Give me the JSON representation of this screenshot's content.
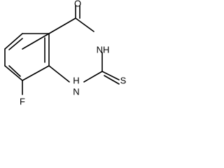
{
  "molecule": {
    "atoms": {
      "oxygen": "O",
      "nh_upper": "NH",
      "h_lower": "H",
      "n_lower": "N",
      "sulfur": "S",
      "fluorine": "F"
    }
  },
  "colors": {
    "bond": "#000000",
    "label": "#000000",
    "background": "#ffffff"
  }
}
